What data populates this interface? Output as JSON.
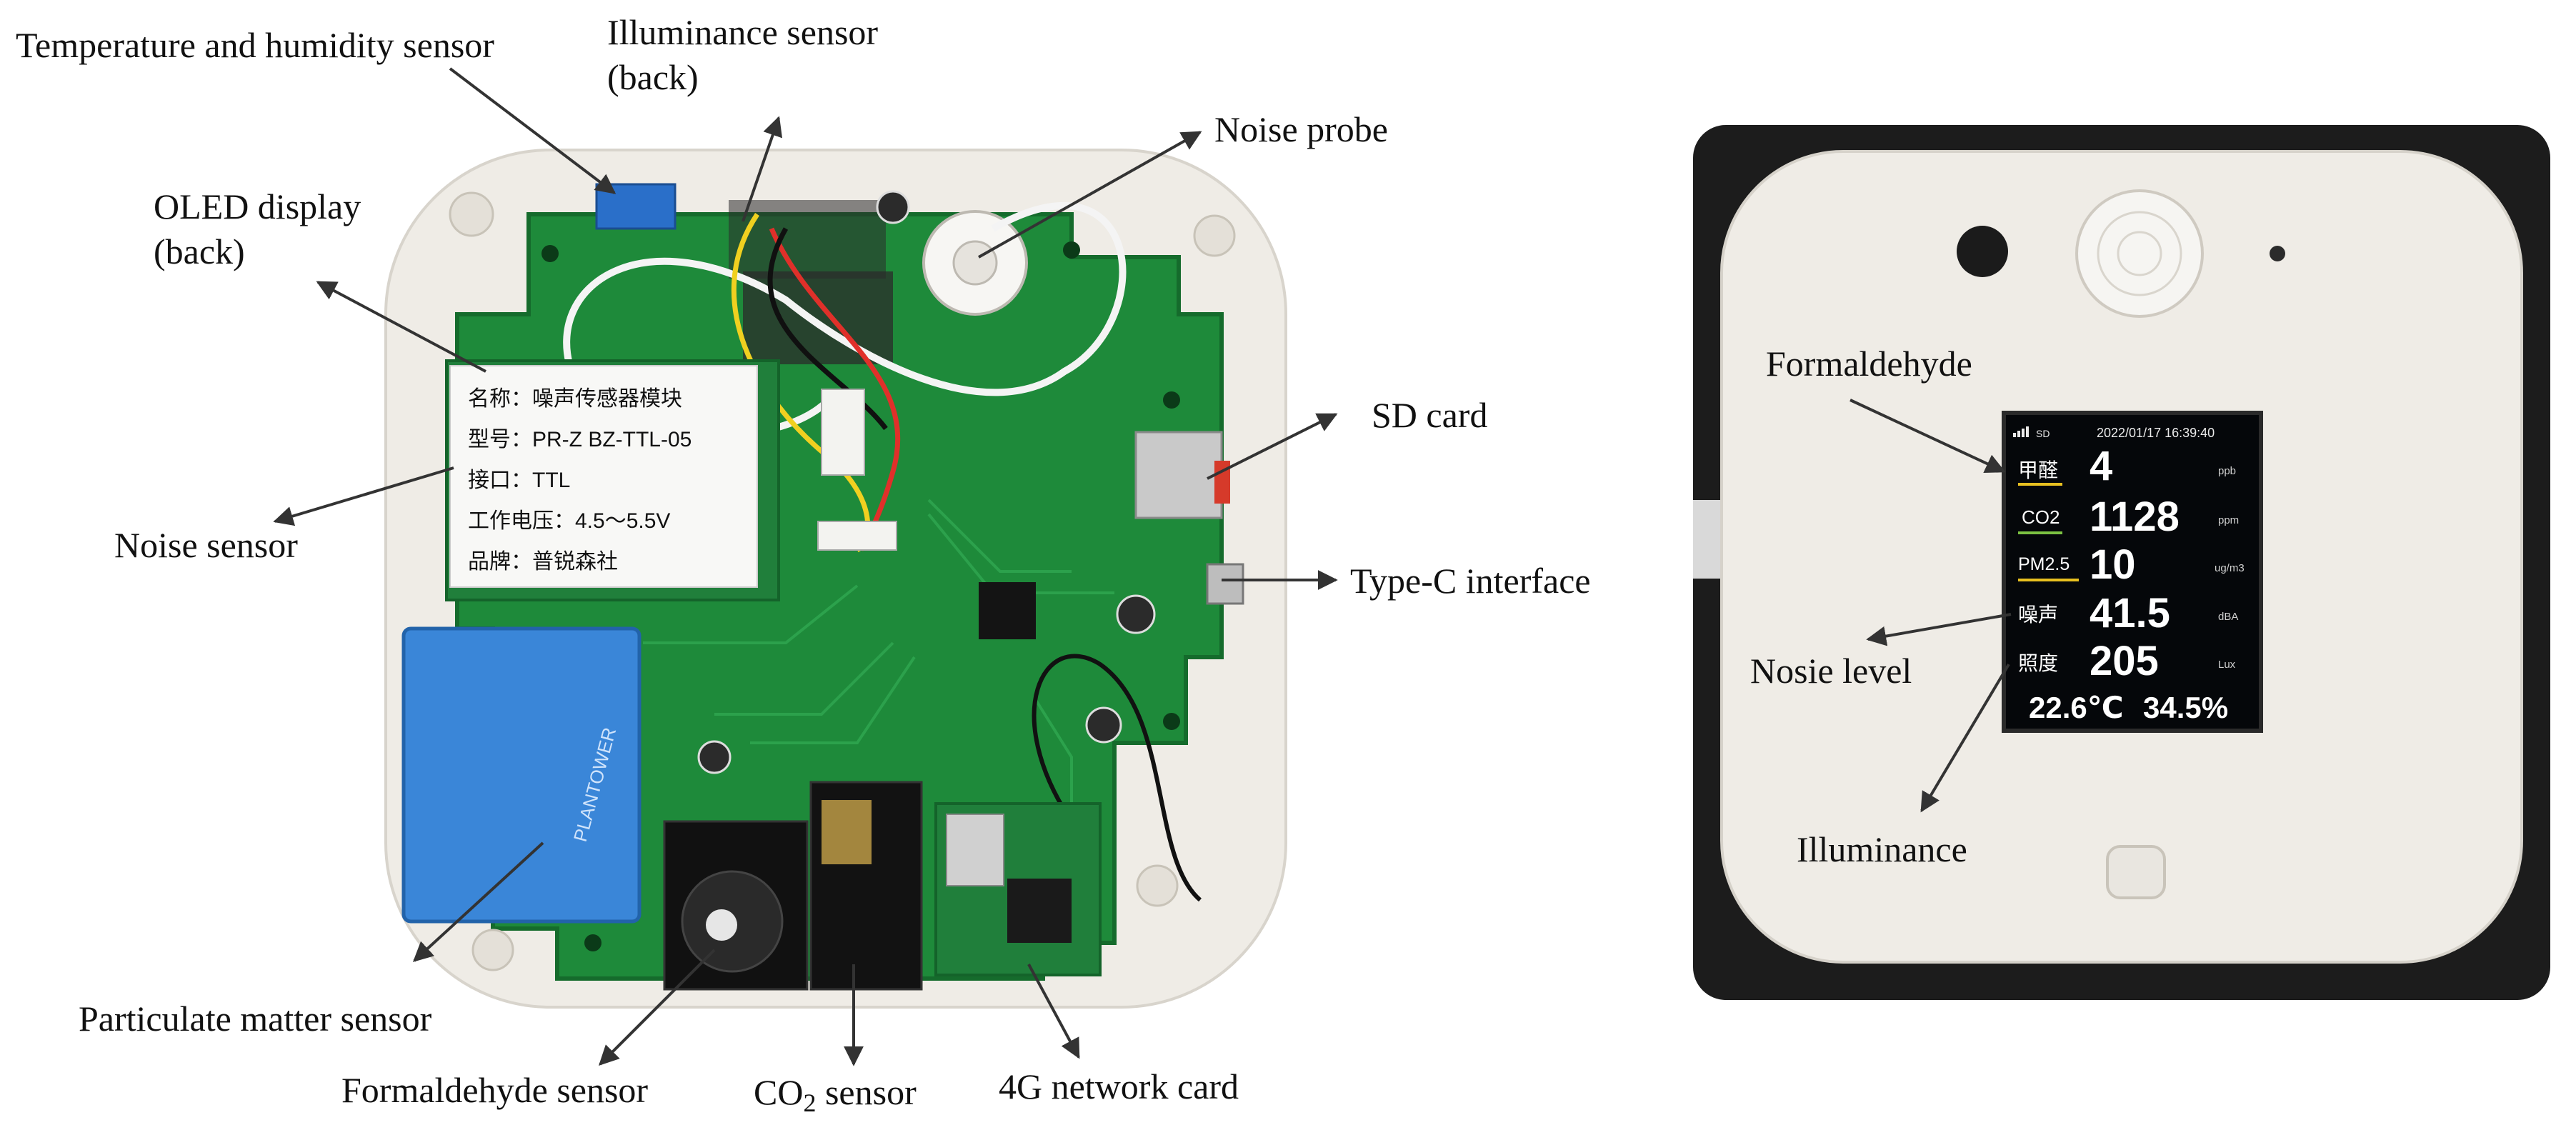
{
  "left_labels": {
    "temp_humidity": "Temperature and humidity sensor",
    "illuminance_line1": "Illuminance sensor",
    "illuminance_line2": "(back)",
    "oled_line1": "OLED display",
    "oled_line2": "(back)",
    "noise_probe": "Noise probe",
    "sd_card": "SD card",
    "type_c": "Type-C interface",
    "noise_sensor": "Noise sensor",
    "particulate": "Particulate matter sensor",
    "formaldehyde_sensor": "Formaldehyde sensor",
    "co2_prefix": "CO",
    "co2_sub": "2",
    "co2_suffix": " sensor",
    "network_card": "4G network card"
  },
  "right_labels": {
    "formaldehyde": "Formaldehyde",
    "noise_level": "Nosie level",
    "illuminance": "Illuminance"
  },
  "module_sticker": {
    "line1": "名称：噪声传感器模块",
    "line2": "型号：PR-Z BZ-TTL-05",
    "line3": "接口：TTL",
    "line4": "工作电压：4.5～5.5V",
    "line5": "品牌：普锐森社"
  },
  "pm_sensor_brand": "PLANTOWER",
  "screen": {
    "status_sd": "SD",
    "datetime": "2022/01/17 16:39:40",
    "rows": [
      {
        "label": "甲醛",
        "value": "4",
        "unit": "ppb",
        "accent": "#e8c020"
      },
      {
        "label": "CO2",
        "value": "1128",
        "unit": "ppm",
        "accent": "#7cc242"
      },
      {
        "label": "PM2.5",
        "value": "10",
        "unit": "ug/m3",
        "accent": "#e8c020"
      },
      {
        "label": "噪声",
        "value": "41.5",
        "unit": "dBA",
        "accent": ""
      },
      {
        "label": "照度",
        "value": "205",
        "unit": "Lux",
        "accent": ""
      }
    ],
    "temperature": "22.6℃",
    "humidity": "34.5%"
  },
  "colors": {
    "pcb": "#1e8a3a",
    "pcb_dark": "#156b2c",
    "housing": "#efece6",
    "pm_sensor": "#3a86d8",
    "screen_bg": "#05070a",
    "photo_bg": "#1c1c1c"
  }
}
